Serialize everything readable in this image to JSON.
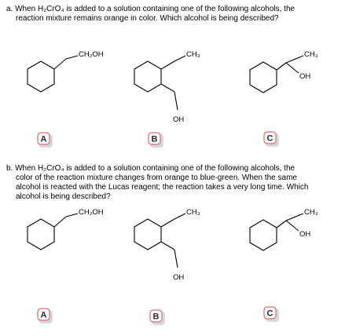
{
  "question_a": {
    "lines": [
      "a. When H₂CrO₄ is added to a solution containing one of the following alcohols, the",
      "reaction mixture remains orange in color. Which alcohol is being described?"
    ],
    "structures": [
      {
        "substituent_1": "CH₂OH",
        "substituent_2": ""
      },
      {
        "substituent_1": "CH₃",
        "substituent_2": "OH"
      },
      {
        "substituent_1": "CH₃",
        "substituent_2": "OH"
      }
    ],
    "choices": [
      "A",
      "B",
      "C"
    ]
  },
  "question_b": {
    "lines": [
      "b. When H₂CrO₄ is added to a solution containing one of the following alcohols, the",
      "color of the reaction mixture changes from orange to blue-green. When the same",
      "alcohol is reacted with the Lucas reagent; the reaction takes a very long time. Which",
      "alcohol is being described?"
    ],
    "structures": [
      {
        "substituent_1": "CH₂OH",
        "substituent_2": ""
      },
      {
        "substituent_1": "CH₃",
        "substituent_2": "OH"
      },
      {
        "substituent_1": "CH₃",
        "substituent_2": "OH"
      }
    ],
    "choices": [
      "A",
      "B",
      "C"
    ]
  },
  "colors": {
    "choice_border": "#e06a6a",
    "choice_shadow": "#d9d9d9"
  }
}
